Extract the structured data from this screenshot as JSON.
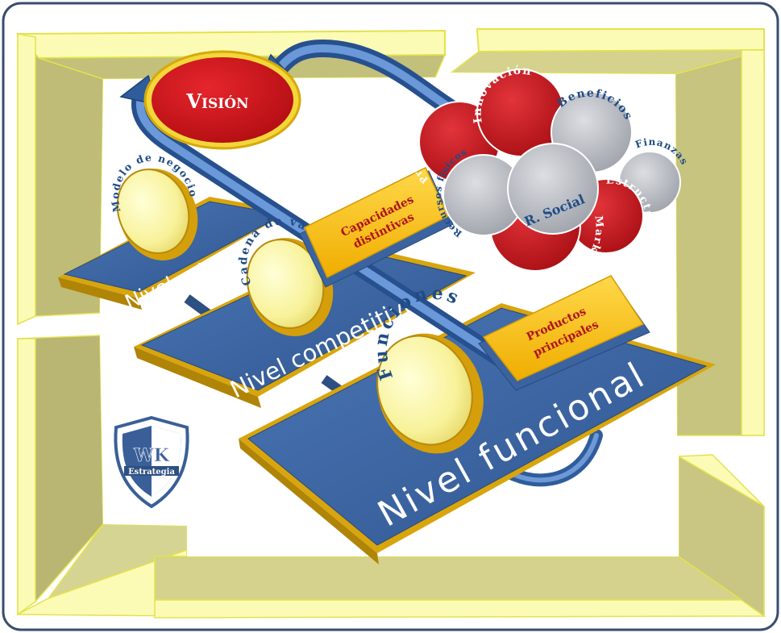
{
  "vision": {
    "label": "Visión"
  },
  "levels": [
    {
      "id": "estrategico",
      "label": "Nivel estratégico"
    },
    {
      "id": "competitivo",
      "label": "Nivel competitivo"
    },
    {
      "id": "funcional",
      "label": "Nivel funcional"
    }
  ],
  "coins": [
    {
      "id": "modelo",
      "label": "Modelo de negocio"
    },
    {
      "id": "cadena",
      "label": "Cadena de valor"
    },
    {
      "id": "funciones",
      "label": "Funciones"
    }
  ],
  "callouts": [
    {
      "id": "capacidades",
      "line1": "Capacidades",
      "line2": "distintivas"
    },
    {
      "id": "productos",
      "line1": "Productos",
      "line2": "principales"
    }
  ],
  "cluster": [
    {
      "id": "productividad",
      "label": "Productividad",
      "kind": "red"
    },
    {
      "id": "innovacion",
      "label": "Innovación",
      "kind": "red"
    },
    {
      "id": "beneficios",
      "label": "Beneficios",
      "kind": "grey"
    },
    {
      "id": "finanzas",
      "label": "Finanzas",
      "kind": "grey"
    },
    {
      "id": "estructura",
      "label": "Estructura",
      "kind": "red"
    },
    {
      "id": "marketing",
      "label": "Marketing",
      "kind": "red"
    },
    {
      "id": "recursos",
      "label": "Recursos físicos",
      "kind": "grey"
    },
    {
      "id": "rsocial",
      "label": "R. Social",
      "kind": "grey"
    }
  ],
  "logo": {
    "initials": "WK",
    "word": "Estrategia"
  },
  "colors": {
    "frame": "#cfcd8a",
    "frameLight": "#fbfbb6",
    "plate": "#3b63a0",
    "gold": "#e8b712",
    "red": "#c0141a",
    "grey": "#b3b6bc",
    "callout": "#f5c10d",
    "textRed": "#b0121a",
    "textBlue": "#1f4c86"
  }
}
